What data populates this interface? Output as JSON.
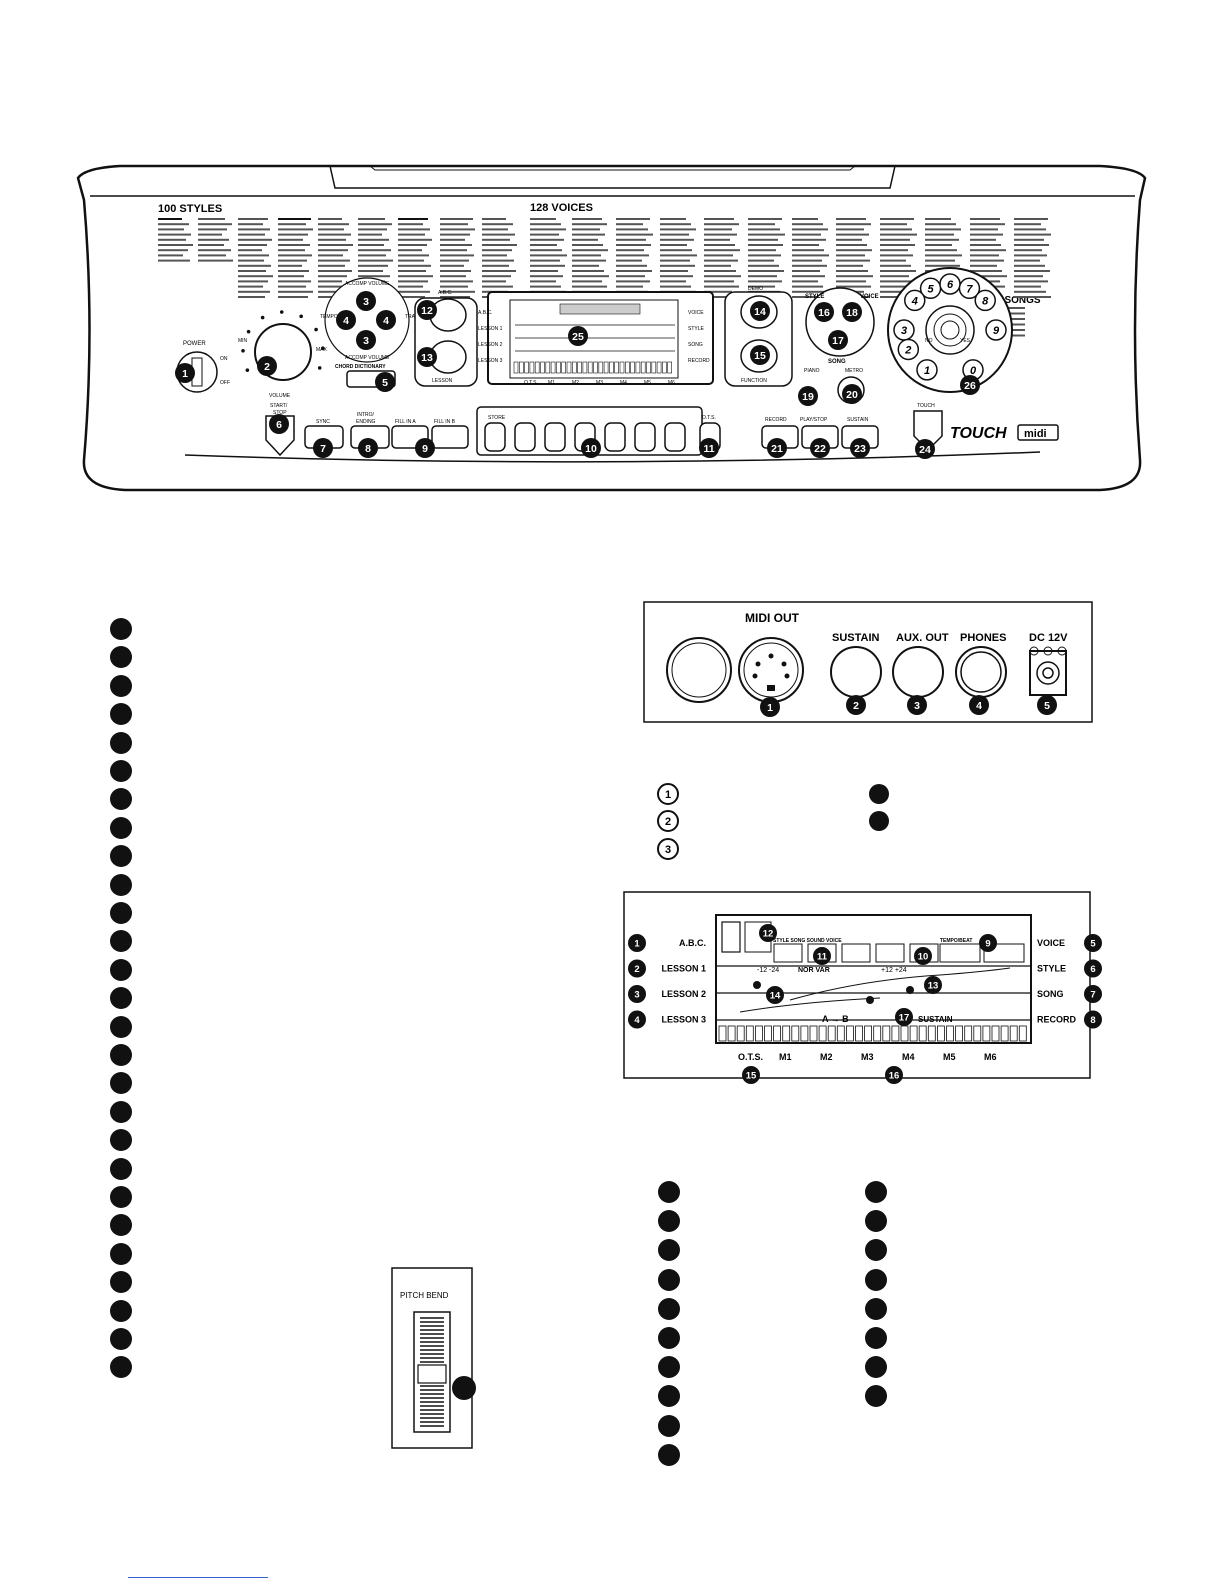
{
  "panel": {
    "styles_heading": "100 STYLES",
    "voices_heading": "128 VOICES",
    "songs_heading": "100 SONGS",
    "power_label": "POWER",
    "on_label": "ON",
    "off_label": "OFF",
    "volume_label": "VOLUME",
    "min_label": "MIN",
    "max_label": "MAX",
    "accomp_volume_top": "ACCOMP VOLUME",
    "accomp_volume_bottom": "ACCOMP VOLUME",
    "tempo_label": "TEMPO",
    "transpose_label": "TRANSP",
    "chord_dictionary": "CHORD DICTIONARY",
    "abc_label": "A.B.C.",
    "lesson_label": "LESSON",
    "demo_label": "DEMO",
    "function_label": "FUNCTION",
    "style_label": "STYLE",
    "voice_label": "VOICE",
    "song_label": "SONG",
    "piano_label": "PIANO",
    "metro_label": "METRO",
    "touch_small": "TOUCH",
    "touch_logo": "TOUCH",
    "midi_logo": "midi",
    "start_stop": [
      "START/",
      "STOP"
    ],
    "sync": "SYNC",
    "intro_ending": [
      "INTRO/",
      "ENDING"
    ],
    "fill_a": "FILL IN A",
    "fill_b": "FILL IN B",
    "store": "STORE",
    "ots": "O.T.S.",
    "record": "RECORD",
    "play_stop": "PLAY/STOP",
    "sustain": "SUSTAIN",
    "lcd_left": [
      "A.B.C.",
      "LESSON 1",
      "LESSON 2",
      "LESSON 3"
    ],
    "lcd_right": [
      "VOICE",
      "STYLE",
      "SONG",
      "RECORD"
    ],
    "lcd_bottom": [
      "O.T.S.",
      "M1",
      "M2",
      "M3",
      "M4",
      "M5",
      "M6"
    ],
    "numpad_no": "NO",
    "numpad_yes": "YES",
    "numpad_digits": [
      "5",
      "6",
      "7",
      "4",
      "8",
      "3",
      "9",
      "2",
      "1",
      "0"
    ],
    "callouts": [
      "1",
      "2",
      "3",
      "4",
      "3",
      "4",
      "5",
      "6",
      "7",
      "8",
      "9",
      "10",
      "11",
      "12",
      "13",
      "14",
      "15",
      "16",
      "17",
      "18",
      "19",
      "20",
      "21",
      "22",
      "23",
      "24",
      "25",
      "26"
    ]
  },
  "rear": {
    "midi_out": "MIDI OUT",
    "sustain": "SUSTAIN",
    "aux_out": "AUX. OUT",
    "phones": "PHONES",
    "dc": "DC 12V",
    "callouts": [
      "1",
      "2",
      "3",
      "4",
      "5"
    ],
    "legend_numbers": [
      "1",
      "2",
      "3"
    ]
  },
  "lcd_detail": {
    "left_labels": [
      "A.B.C.",
      "LESSON 1",
      "LESSON 2",
      "LESSON 3"
    ],
    "right_labels": [
      "VOICE",
      "STYLE",
      "SONG",
      "RECORD"
    ],
    "bottom_labels": [
      "O.T.S.",
      "M1",
      "M2",
      "M3",
      "M4",
      "M5",
      "M6"
    ],
    "left_callouts": [
      "1",
      "2",
      "3",
      "4"
    ],
    "right_callouts": [
      "5",
      "6",
      "7",
      "8"
    ],
    "inner_callouts": [
      "12",
      "11",
      "10",
      "9",
      "13",
      "14",
      "17"
    ],
    "bottom_callouts": [
      "15",
      "16"
    ],
    "nor_var": "NOR VAR",
    "range_a": "-12 -24",
    "range_b": "+12 +24",
    "a_to_b": "A → B",
    "sustain": "SUSTAIN",
    "top_segment": "STYLE SONG SOUND VOICE",
    "top_segment_right": "TEMPO/BEAT"
  },
  "pitch_bend": {
    "label": "PITCH BEND"
  }
}
